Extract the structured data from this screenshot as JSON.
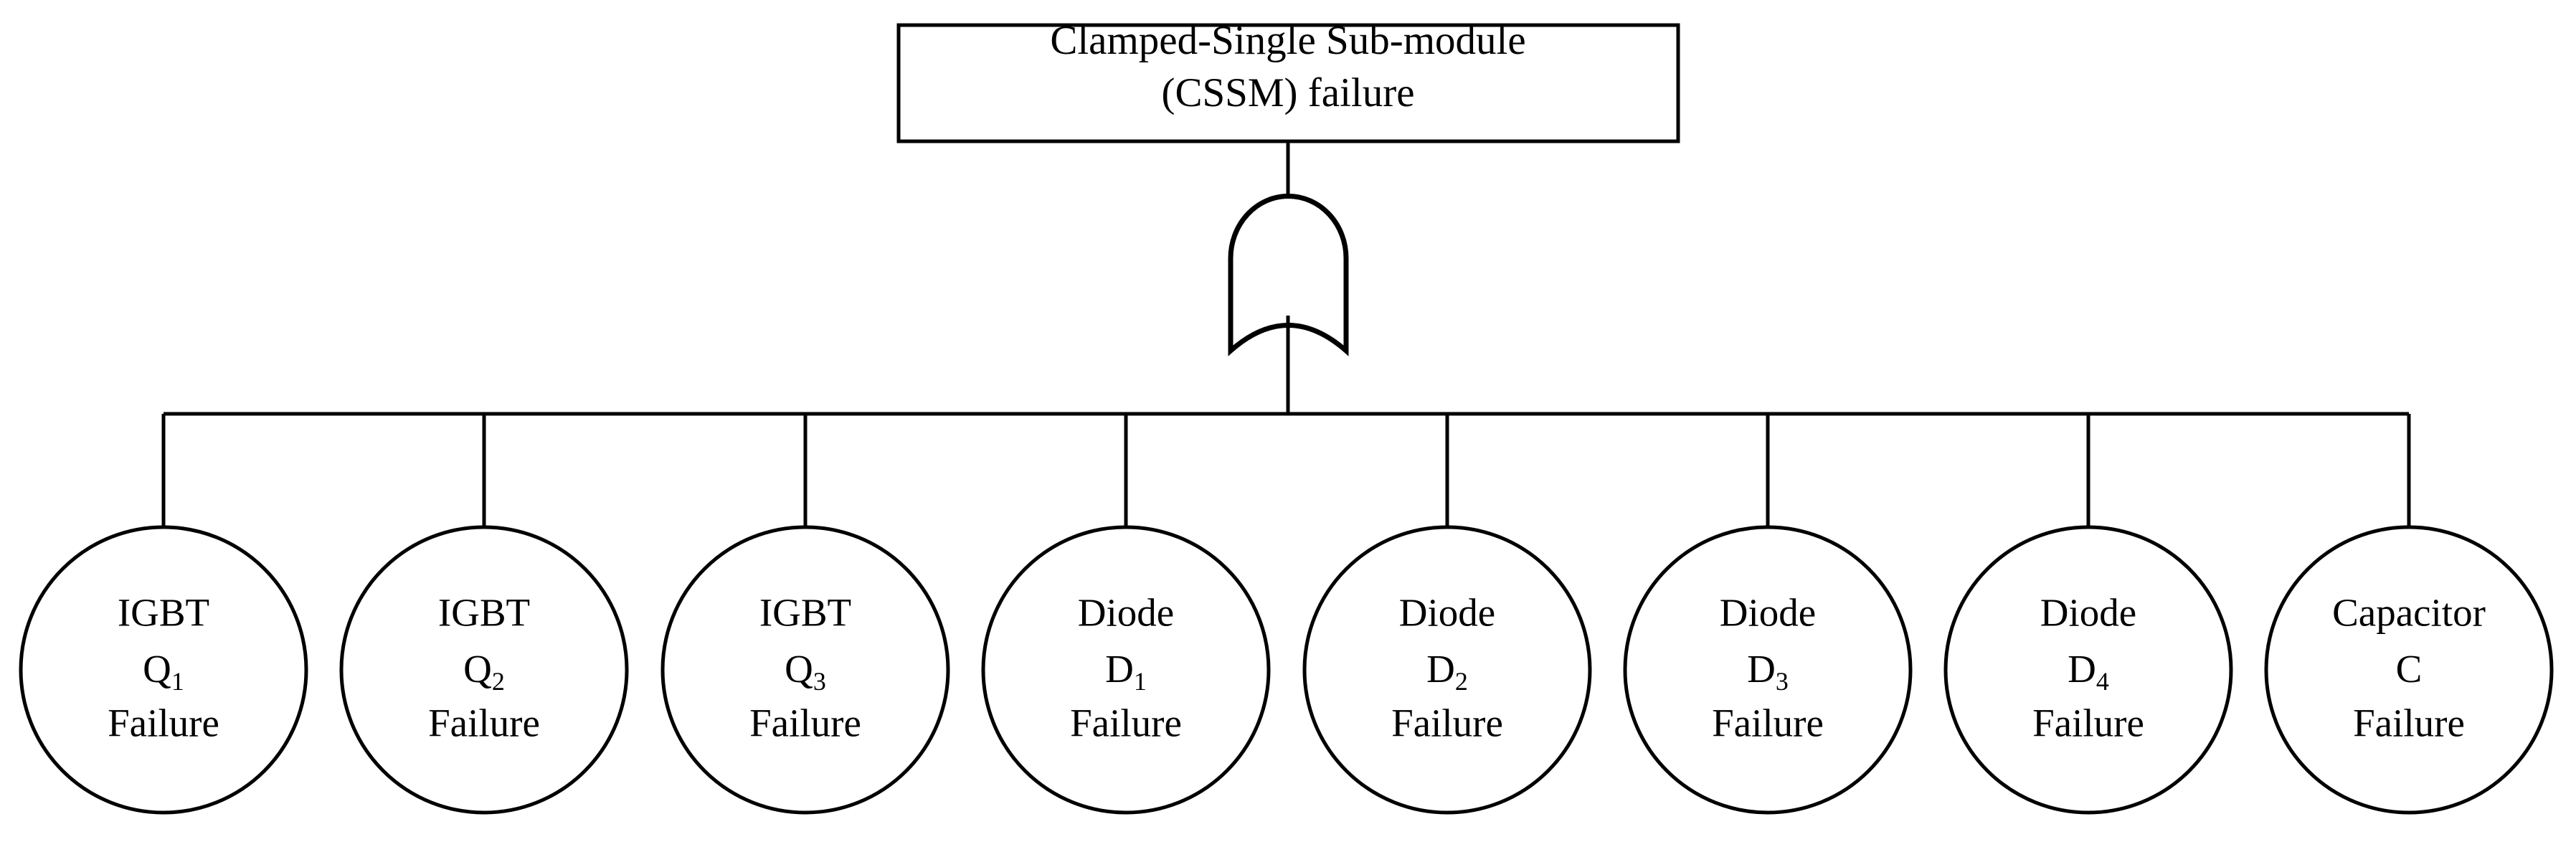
{
  "diagram": {
    "type": "fault-tree",
    "title_node": {
      "text_lines": [
        "Clamped-Single Sub-module",
        "(CSSM) failure"
      ],
      "shape": "rectangle"
    },
    "gate": {
      "kind": "OR",
      "symbol_name": "or-gate"
    },
    "basic_events": [
      {
        "line1": "IGBT",
        "line2_base": "Q",
        "line2_sub": "1",
        "line3": "Failure",
        "shape": "circle"
      },
      {
        "line1": "IGBT",
        "line2_base": "Q",
        "line2_sub": "2",
        "line3": "Failure",
        "shape": "circle"
      },
      {
        "line1": "IGBT",
        "line2_base": "Q",
        "line2_sub": "3",
        "line3": "Failure",
        "shape": "circle"
      },
      {
        "line1": "Diode",
        "line2_base": "D",
        "line2_sub": "1",
        "line3": "Failure",
        "shape": "circle"
      },
      {
        "line1": "Diode",
        "line2_base": "D",
        "line2_sub": "2",
        "line3": "Failure",
        "shape": "circle"
      },
      {
        "line1": "Diode",
        "line2_base": "D",
        "line2_sub": "3",
        "line3": "Failure",
        "shape": "circle"
      },
      {
        "line1": "Diode",
        "line2_base": "D",
        "line2_sub": "4",
        "line3": "Failure",
        "shape": "circle"
      },
      {
        "line1": "Capacitor",
        "line2_base": "C",
        "line2_sub": "",
        "line3": "Failure",
        "shape": "circle"
      }
    ],
    "colors": {
      "stroke": "#000000",
      "fill": "#ffffff",
      "background": "#ffffff"
    }
  }
}
